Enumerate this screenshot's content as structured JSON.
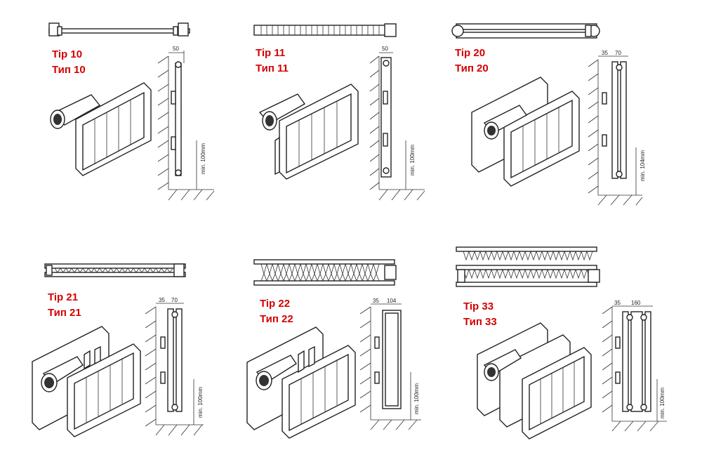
{
  "types": [
    {
      "tip": "Tip  10",
      "tip_ru": "Тип 10",
      "panels": 1,
      "fins": 0,
      "depth": "50",
      "inset": "",
      "min_clearance": "min. 100mm"
    },
    {
      "tip": "Tip  11",
      "tip_ru": "Тип 11",
      "panels": 1,
      "fins": 1,
      "depth": "50",
      "inset": "",
      "min_clearance": "min. 100mm"
    },
    {
      "tip": "Tip  20",
      "tip_ru": "Тип 20",
      "panels": 2,
      "fins": 0,
      "depth": "70",
      "inset": "35",
      "min_clearance": "min. 104mm"
    },
    {
      "tip": "Tip  21",
      "tip_ru": "Тип 21",
      "panels": 2,
      "fins": 1,
      "depth": "70",
      "inset": "35",
      "min_clearance": "min. 100mm"
    },
    {
      "tip": "Tip  22",
      "tip_ru": "Тип 22",
      "panels": 2,
      "fins": 2,
      "depth": "104",
      "inset": "35",
      "min_clearance": "min. 100mm"
    },
    {
      "tip": "Tip  33",
      "tip_ru": "Тип 33",
      "panels": 3,
      "fins": 3,
      "depth": "160",
      "inset": "35",
      "min_clearance": "min. 100mm"
    }
  ]
}
